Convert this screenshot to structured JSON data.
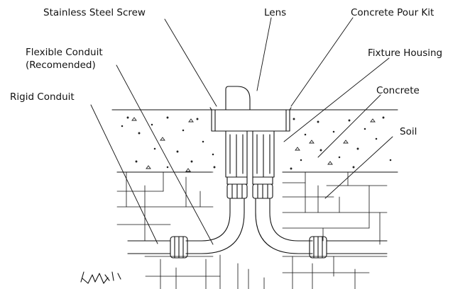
{
  "diagram": {
    "colors": {
      "line": "#111111",
      "background": "#ffffff",
      "speckle": "#222222"
    },
    "labels": {
      "stainless_steel_screw": "Stainless Steel Screw",
      "lens": "Lens",
      "concrete_pour_kit": "Concrete Pour Kit",
      "flexible_conduit_line1": "Flexible Conduit",
      "flexible_conduit_line2": "(Recomended)",
      "fixture_housing": "Fixture Housing",
      "rigid_conduit": "Rigid Conduit",
      "concrete": "Concrete",
      "soil": "Soil"
    }
  }
}
